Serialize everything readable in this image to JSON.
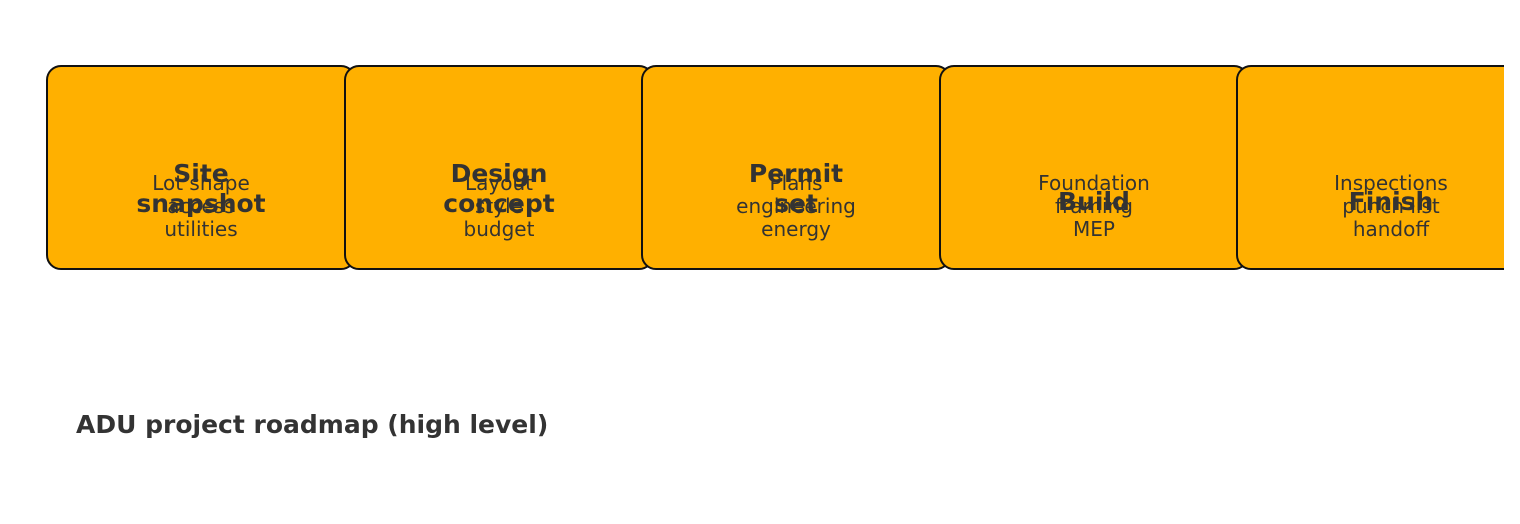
{
  "diagram": {
    "title": "ADU project roadmap (high level)",
    "box_fill": "#ffb000",
    "box_border": "#111111",
    "text_color": "#333333",
    "steps": [
      {
        "title": "Site\nsnapshot",
        "body": "Lot shape\naccess\nutilities"
      },
      {
        "title": "Design\nconcept",
        "body": "Layout\nstyle\nbudget"
      },
      {
        "title": "Permit\nset",
        "body": "Plans\nengineering\nenergy"
      },
      {
        "title": "Build",
        "body": "Foundation\nframing\nMEP"
      },
      {
        "title": "Finish",
        "body": "Inspections\npunch list\nhandoff"
      }
    ]
  }
}
